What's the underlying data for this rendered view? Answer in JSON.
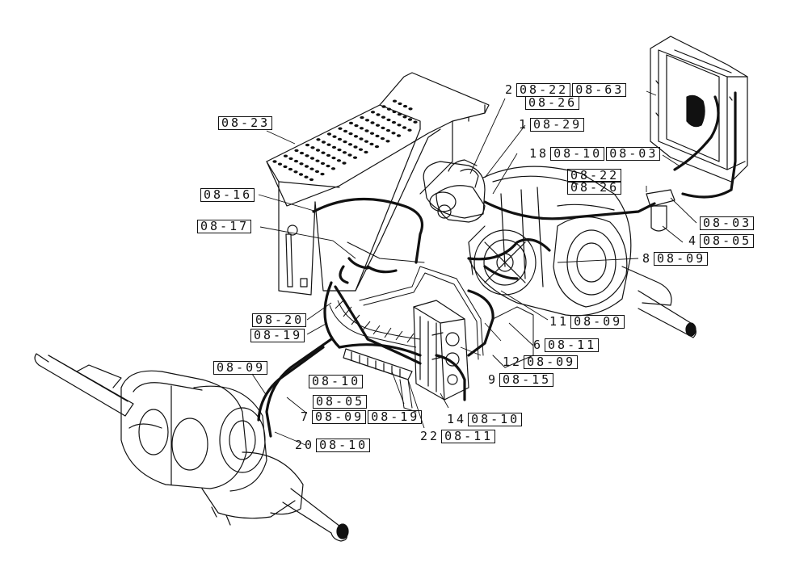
{
  "callouts": [
    {
      "id": "c1",
      "num": "",
      "refs": [
        "08-23"
      ]
    },
    {
      "id": "c2",
      "num": "",
      "refs": [
        "08-16"
      ]
    },
    {
      "id": "c3",
      "num": "",
      "refs": [
        "08-17"
      ]
    },
    {
      "id": "c4",
      "num": "",
      "refs": [
        "08-20"
      ]
    },
    {
      "id": "c5",
      "num": "",
      "refs": [
        "08-19"
      ]
    },
    {
      "id": "c6",
      "num": "",
      "refs": [
        "08-09"
      ]
    },
    {
      "id": "c7",
      "num": "",
      "refs": [
        "08-10"
      ]
    },
    {
      "id": "c8",
      "num": "",
      "refs": [
        "08-05"
      ]
    },
    {
      "id": "c9",
      "num": "7",
      "refs": [
        "08-09",
        "08-19"
      ]
    },
    {
      "id": "c10",
      "num": "20",
      "refs": [
        "08-10"
      ]
    },
    {
      "id": "c11",
      "num": "22",
      "refs": [
        "08-11"
      ]
    },
    {
      "id": "c12",
      "num": "14",
      "refs": [
        "08-10"
      ]
    },
    {
      "id": "c13",
      "num": "9",
      "refs": [
        "08-15"
      ]
    },
    {
      "id": "c14",
      "num": "12",
      "refs": [
        "08-09"
      ]
    },
    {
      "id": "c15",
      "num": "6",
      "refs": [
        "08-11"
      ]
    },
    {
      "id": "c16",
      "num": "11",
      "refs": [
        "08-09"
      ]
    },
    {
      "id": "c17",
      "num": "8",
      "refs": [
        "08-09"
      ]
    },
    {
      "id": "c18",
      "num": "4",
      "refs": [
        "08-05"
      ]
    },
    {
      "id": "c19",
      "num": "",
      "refs": [
        "08-03"
      ]
    },
    {
      "id": "c20",
      "num": "",
      "refs": [
        "08-22"
      ]
    },
    {
      "id": "c21",
      "num": "",
      "refs": [
        "08-26"
      ]
    },
    {
      "id": "c22",
      "num": "18",
      "refs": [
        "08-10",
        "08-03"
      ]
    },
    {
      "id": "c23",
      "num": "1",
      "refs": [
        "08-29"
      ]
    },
    {
      "id": "c24",
      "num": "2",
      "refs": [
        "08-22",
        "08-63"
      ]
    },
    {
      "id": "c25",
      "num": "",
      "refs": [
        "08-26"
      ]
    }
  ]
}
